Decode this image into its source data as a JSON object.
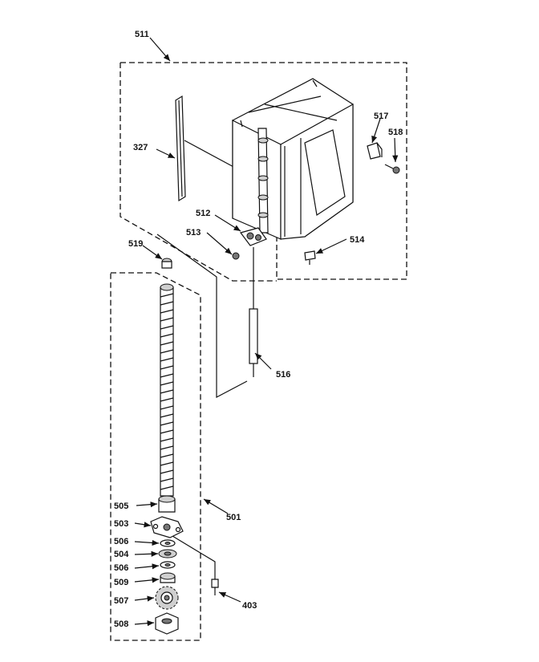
{
  "diagram": {
    "labels": {
      "p511": "511",
      "p327": "327",
      "p517": "517",
      "p518": "518",
      "p512": "512",
      "p513": "513",
      "p514": "514",
      "p519": "519",
      "p516": "516",
      "p505": "505",
      "p501": "501",
      "p503": "503",
      "p506a": "506",
      "p504": "504",
      "p506b": "506",
      "p509": "509",
      "p507": "507",
      "p508": "508",
      "p403": "403"
    }
  }
}
